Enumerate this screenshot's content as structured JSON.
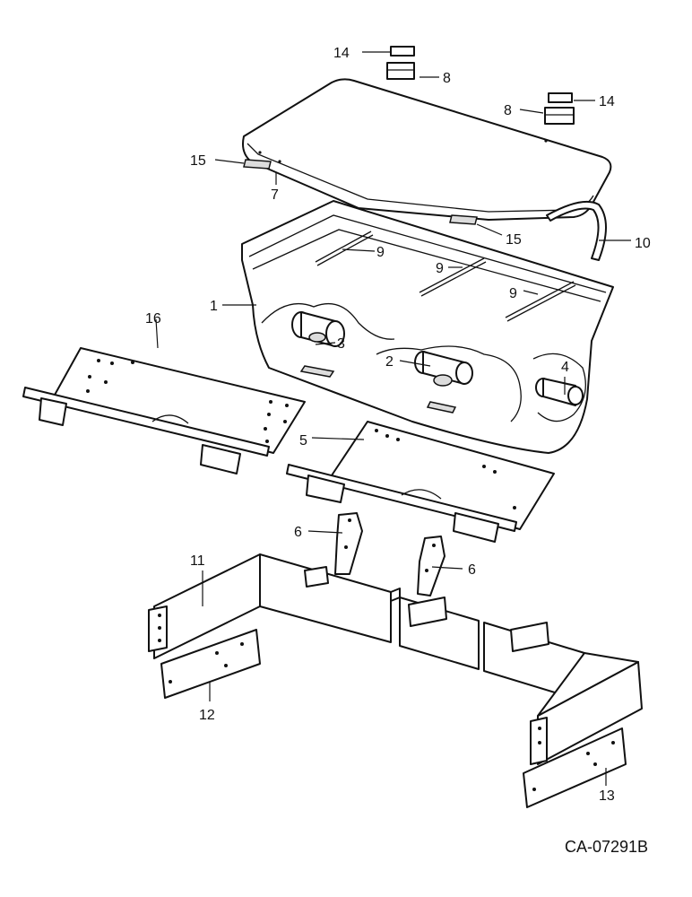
{
  "drawing_code": "CA-07291B",
  "callouts": {
    "c1": "1",
    "c2": "2",
    "c3": "3",
    "c4": "4",
    "c5": "5",
    "c6a": "6",
    "c6b": "6",
    "c7": "7",
    "c8a": "8",
    "c8b": "8",
    "c9a": "9",
    "c9b": "9",
    "c9c": "9",
    "c10": "10",
    "c11": "11",
    "c12": "12",
    "c13": "13",
    "c14a": "14",
    "c14b": "14",
    "c15a": "15",
    "c15b": "15",
    "c16": "16"
  }
}
